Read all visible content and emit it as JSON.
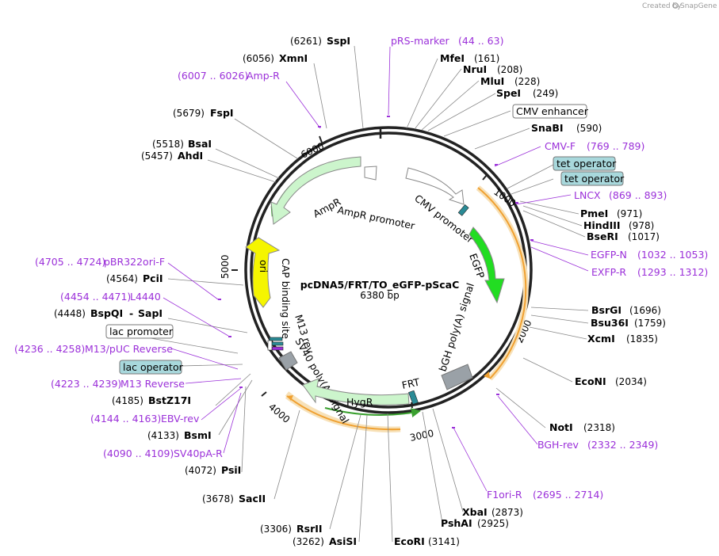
{
  "credit": "Created by",
  "brand": "SnapGene",
  "plasmid": {
    "name": "pcDNA5/FRT/TO_eGFP-pScaC",
    "length_label": "6380 bp"
  },
  "sites": [
    {
      "name": "SspI",
      "pos": "(6261)"
    },
    {
      "name": "XmnI",
      "pos": "(6056)"
    },
    {
      "name": "FspI",
      "pos": "(5679)"
    },
    {
      "name": "BsaI",
      "pos": "(5518)"
    },
    {
      "name": "AhdI",
      "pos": "(5457)"
    },
    {
      "name": "PciI",
      "pos": "(4564)"
    },
    {
      "name": "BspQI",
      "sep": "-",
      "name2": "SapI",
      "pos": "(4448)"
    },
    {
      "name": "BstZ17I",
      "pos": "(4185)"
    },
    {
      "name": "BsmI",
      "pos": "(4133)"
    },
    {
      "name": "PsiI",
      "pos": "(4072)"
    },
    {
      "name": "SacII",
      "pos": "(3678)"
    },
    {
      "name": "RsrII",
      "pos": "(3306)"
    },
    {
      "name": "AsiSI",
      "pos": "(3262)"
    },
    {
      "name": "EcoRI",
      "pos": "(3141)"
    },
    {
      "name": "PshAI",
      "pos": "(2925)"
    },
    {
      "name": "XbaI",
      "pos": "(2873)"
    },
    {
      "name": "NotI",
      "pos": "(2318)"
    },
    {
      "name": "EcoNI",
      "pos": "(2034)"
    },
    {
      "name": "XcmI",
      "pos": "(1835)"
    },
    {
      "name": "Bsu36I",
      "pos": "(1759)"
    },
    {
      "name": "BsrGI",
      "pos": "(1696)"
    },
    {
      "name": "BseRI",
      "pos": "(1017)"
    },
    {
      "name": "HindIII",
      "pos": "(978)"
    },
    {
      "name": "PmeI",
      "pos": "(971)"
    },
    {
      "name": "SnaBI",
      "pos": "(590)"
    },
    {
      "name": "SpeI",
      "pos": "(249)"
    },
    {
      "name": "MluI",
      "pos": "(228)"
    },
    {
      "name": "NruI",
      "pos": "(208)"
    },
    {
      "name": "MfeI",
      "pos": "(161)"
    }
  ],
  "primers": [
    {
      "name": "pRS-marker",
      "range": "(44 .. 63)"
    },
    {
      "name": "Amp-R",
      "range": "(6007 .. 6026)"
    },
    {
      "name": "CMV-F",
      "range": "(769 .. 789)"
    },
    {
      "name": "LNCX",
      "range": "(869 .. 893)"
    },
    {
      "name": "EGFP-N",
      "range": "(1032 .. 1053)"
    },
    {
      "name": "EXFP-R",
      "range": "(1293 .. 1312)"
    },
    {
      "name": "BGH-rev",
      "range": "(2332 .. 2349)"
    },
    {
      "name": "F1ori-R",
      "range": "(2695 .. 2714)"
    },
    {
      "name": "pBR322ori-F",
      "range": "(4705 .. 4724)"
    },
    {
      "name": "L4440",
      "range": "(4454 .. 4471)"
    },
    {
      "name": "M13/pUC Reverse",
      "range": "(4236 .. 4258)"
    },
    {
      "name": "M13 Reverse",
      "range": "(4223 .. 4239)"
    },
    {
      "name": "EBV-rev",
      "range": "(4144 .. 4163)"
    },
    {
      "name": "SV40pA-R",
      "range": "(4090 .. 4109)"
    }
  ],
  "boxed_features": {
    "cmv_enhancer": "CMV enhancer",
    "tet_operator_1": "tet operator",
    "tet_operator_2": "tet operator",
    "lac_promoter": "lac promoter",
    "lac_operator": "lac operator"
  },
  "features": {
    "ampr": "AmpR",
    "ampr_promoter": "AmpR promoter",
    "cmv_promoter": "CMV promoter",
    "egfp": "EGFP",
    "ori": "ori",
    "bgh": "bGH poly(A) signal",
    "cap": "CAP binding site",
    "m13rev": "M13 rev",
    "sv40": "SV40 poly(A) signal",
    "hygr": "HygR",
    "frt": "FRT"
  },
  "ticks": [
    "1000",
    "2000",
    "3000",
    "4000",
    "5000",
    "6000"
  ],
  "colors": {
    "primer": "#9b30d9",
    "ampr_fill": "#ccf5cc",
    "egfp_fill": "#22dd22",
    "ori_fill": "#f5f500",
    "orange": "#f0a030",
    "lac_op_fill": "#a8d8dc",
    "polyA_fill": "#9aa1a7"
  }
}
